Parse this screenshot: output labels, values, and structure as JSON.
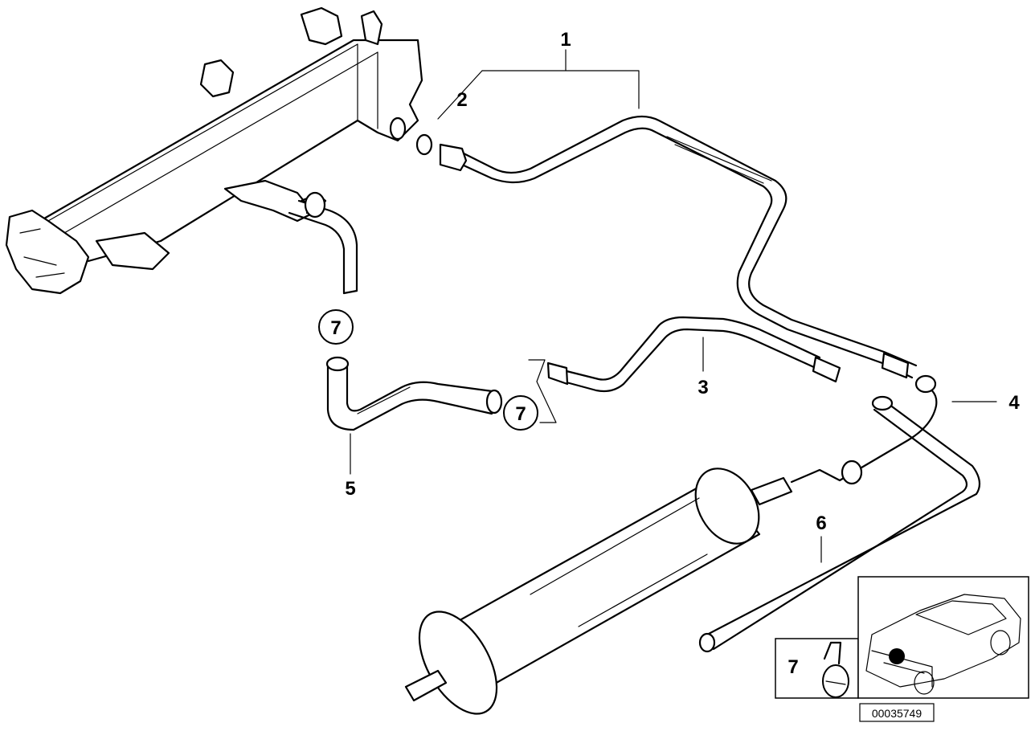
{
  "callouts": {
    "c1": "1",
    "c2": "2",
    "c3": "3",
    "c4": "4",
    "c5": "5",
    "c6": "6",
    "c7a": "7",
    "c7b": "7"
  },
  "inset": {
    "part_label": "7",
    "icon": "hose-clamp-icon",
    "vehicle_icon": "car-location-icon"
  },
  "reference_number": "00035749"
}
